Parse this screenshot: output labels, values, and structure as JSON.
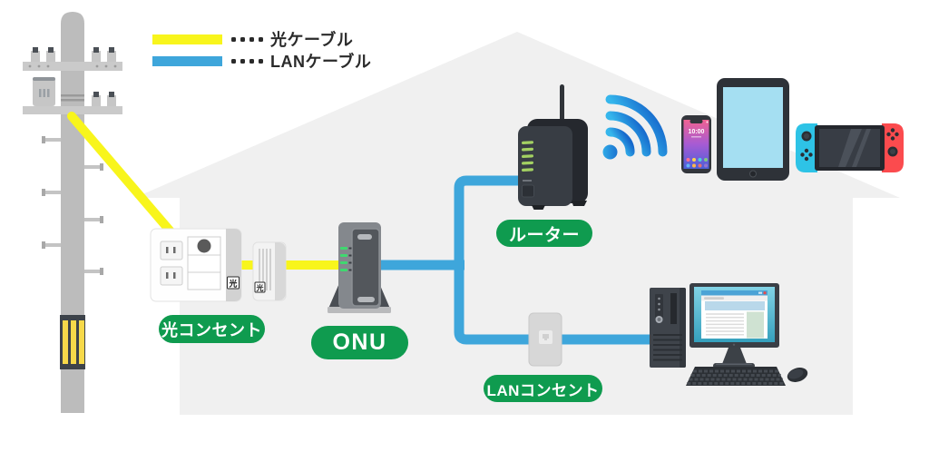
{
  "colors": {
    "fiber-yellow": "#f8f51c",
    "lan-blue": "#3ea6db",
    "label-green": "#0f9b4f",
    "safety-yellow": "#f7d94a",
    "house-gray": "#f0f0f0",
    "wifi-blue-light": "#35b6ec",
    "wifi-blue-dark": "#1668cc"
  },
  "legend": {
    "items": [
      {
        "label": "光ケーブル",
        "color": "#f8f51c"
      },
      {
        "label": "LANケーブル",
        "color": "#3ea6db"
      }
    ]
  },
  "labels": {
    "optical_outlet": "光コンセント",
    "onu": "ONU",
    "router": "ルーター",
    "lan_outlet": "LANコンセント"
  },
  "devices": {
    "optical_outlet": {
      "port_label": "光"
    },
    "optical_rosette": {
      "port_label": "光"
    },
    "smartphone": {
      "clock": "10:00"
    }
  }
}
